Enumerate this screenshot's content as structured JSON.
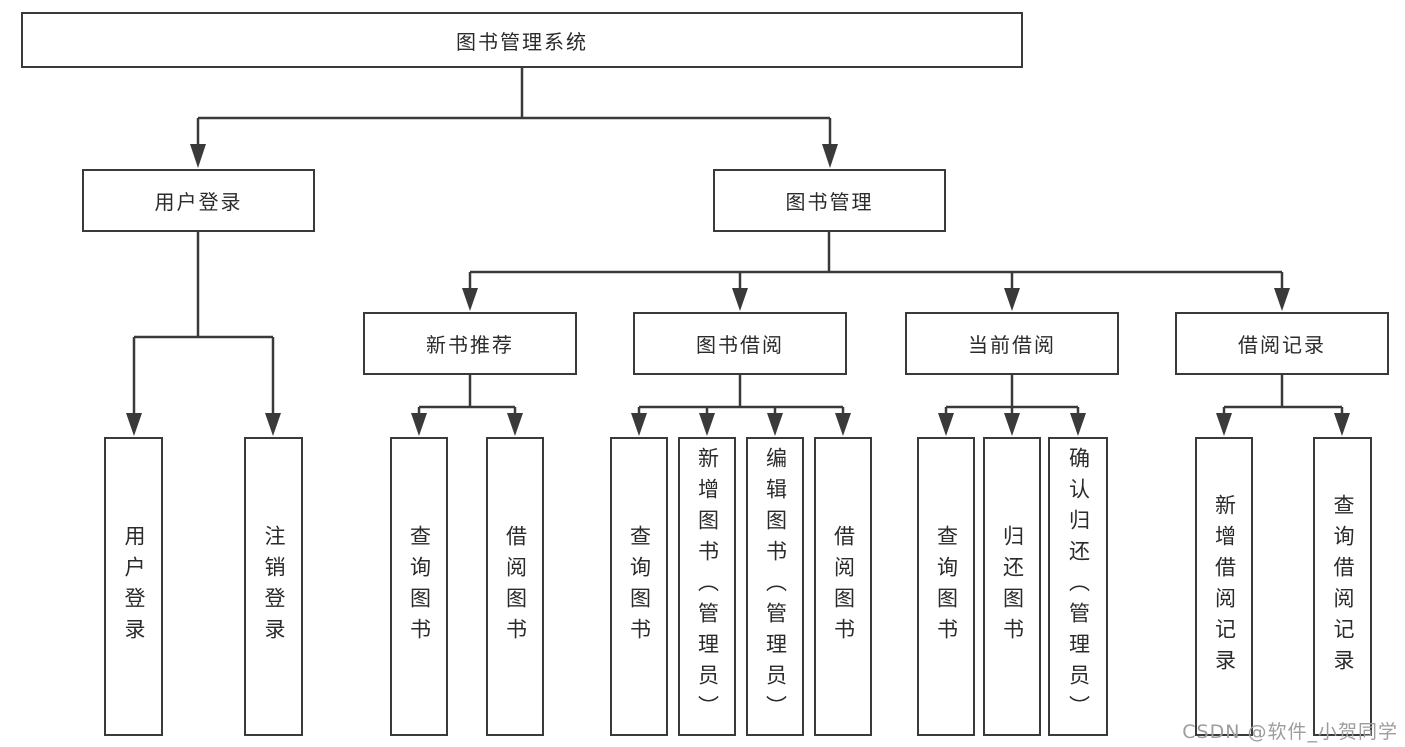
{
  "colors": {
    "line": "#3a3a3a",
    "box_border": "#3a3a3a",
    "box_fill": "#ffffff",
    "text": "#2b2b2b",
    "watermark": "#9d9d9d",
    "background": "#ffffff"
  },
  "watermark": {
    "text": "CSDN @软件_小贺同学"
  },
  "tree": {
    "root": {
      "label": "图书管理系统",
      "children": [
        {
          "label": "用户登录",
          "children": [
            {
              "label": "用户登录"
            },
            {
              "label": "注销登录"
            }
          ]
        },
        {
          "label": "图书管理",
          "children": [
            {
              "label": "新书推荐",
              "children": [
                {
                  "label": "查询图书"
                },
                {
                  "label": "借阅图书"
                }
              ]
            },
            {
              "label": "图书借阅",
              "children": [
                {
                  "label": "查询图书"
                },
                {
                  "label": "新增图书（管理员）"
                },
                {
                  "label": "编辑图书（管理员）"
                },
                {
                  "label": "借阅图书"
                }
              ]
            },
            {
              "label": "当前借阅",
              "children": [
                {
                  "label": "查询图书"
                },
                {
                  "label": "归还图书"
                },
                {
                  "label": "确认归还（管理员）"
                }
              ]
            },
            {
              "label": "借阅记录",
              "children": [
                {
                  "label": "新增借阅记录"
                },
                {
                  "label": "查询借阅记录"
                }
              ]
            }
          ]
        }
      ]
    }
  }
}
